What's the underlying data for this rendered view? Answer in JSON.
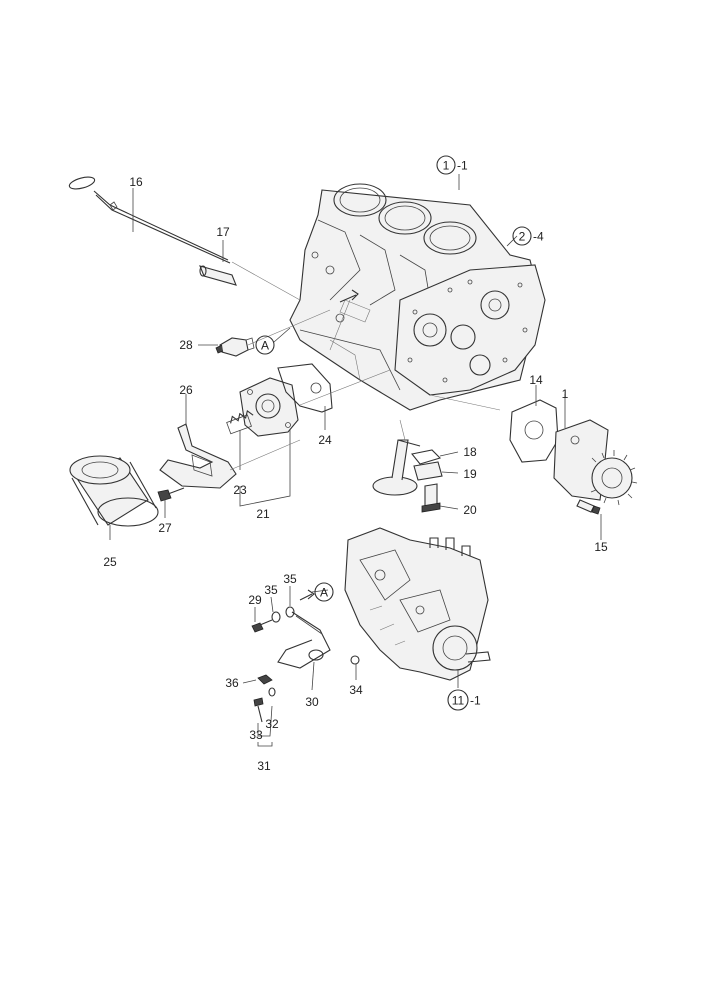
{
  "callouts": {
    "c1_1": {
      "num": "1",
      "suffix": "-1"
    },
    "c2_4": {
      "num": "2",
      "suffix": "-4"
    },
    "c11_1": {
      "num": "11",
      "suffix": "-1"
    },
    "refA_top": "A",
    "refA_bottom": "A"
  },
  "labels": {
    "p1": "1",
    "p14": "14",
    "p15": "15",
    "p16": "16",
    "p17": "17",
    "p18": "18",
    "p19": "19",
    "p20": "20",
    "p21": "21",
    "p23": "23",
    "p24": "24",
    "p25": "25",
    "p26": "26",
    "p27": "27",
    "p28": "28",
    "p29": "29",
    "p30": "30",
    "p31": "31",
    "p32": "32",
    "p33": "33",
    "p34": "34",
    "p35a": "35",
    "p35b": "35",
    "p36": "36"
  }
}
